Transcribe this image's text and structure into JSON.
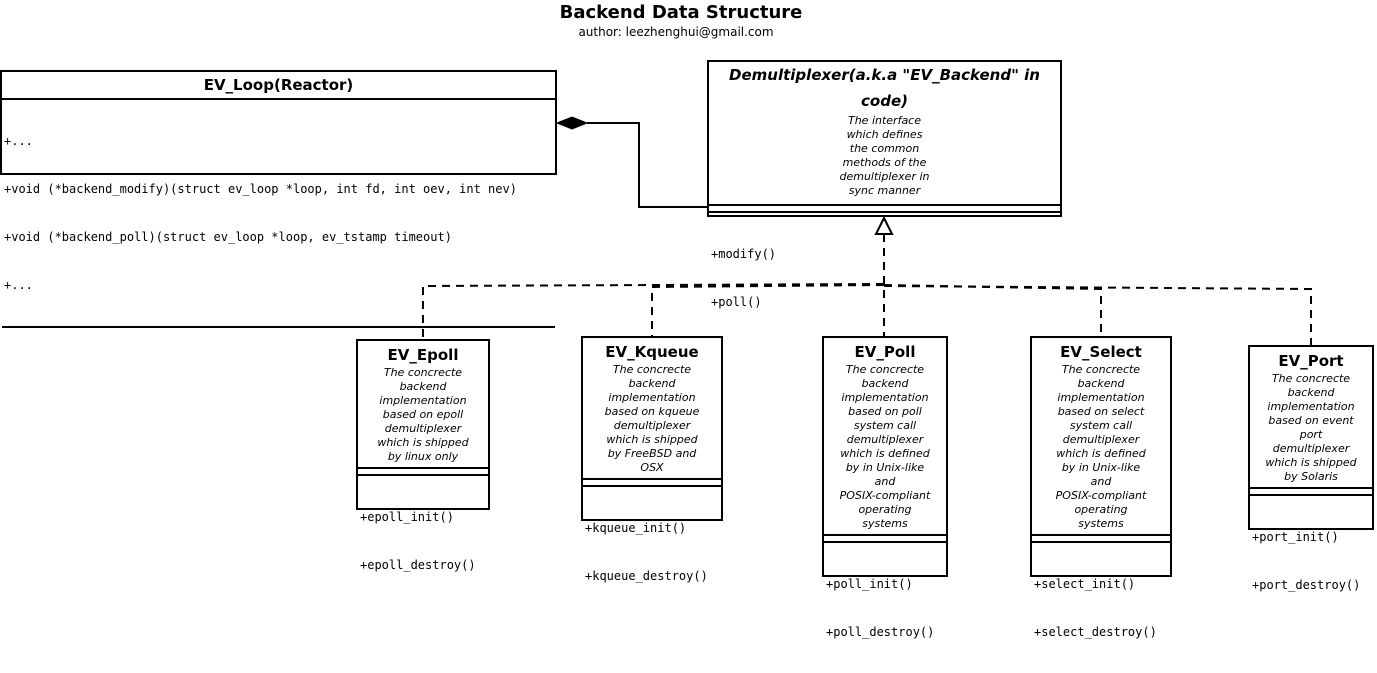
{
  "header": {
    "title": "Backend Data Structure",
    "author": "author: leezhenghui@gmail.com"
  },
  "ev_loop": {
    "name": "EV_Loop(Reactor)",
    "members": [
      "+...",
      "+void (*backend_modify)(struct ev_loop *loop, int fd, int oev, int nev)",
      "+void (*backend_poll)(struct ev_loop *loop, ev_tstamp timeout)",
      "+..."
    ]
  },
  "demux": {
    "name": "Demultiplexer(a.k.a \"EV_Backend\" in code)",
    "description": "The interface\nwhich defines\nthe common\nmethods of  the\ndemultiplexer in\nsync manner",
    "methods": [
      "+modify()",
      "+poll()"
    ]
  },
  "backends": {
    "epoll": {
      "name": "EV_Epoll",
      "description": "The concrecte\nbackend\nimplementation\nbased on epoll\ndemultiplexer\nwhich is shipped\nby linux only",
      "methods": [
        "+epoll_init()",
        "+epoll_destroy()"
      ]
    },
    "kqueue": {
      "name": "EV_Kqueue",
      "description": "The concrecte\nbackend\nimplementation\nbased on kqueue\ndemultiplexer\nwhich is shipped\nby FreeBSD and\nOSX",
      "methods": [
        "+kqueue_init()",
        "+kqueue_destroy()"
      ]
    },
    "poll": {
      "name": "EV_Poll",
      "description": "The concrecte\nbackend\nimplementation\nbased on poll\nsystem call\ndemultiplexer\nwhich is defined\nby in Unix-like\nand\nPOSIX-compliant\noperating\nsystems",
      "methods": [
        "+poll_init()",
        "+poll_destroy()"
      ]
    },
    "select": {
      "name": "EV_Select",
      "description": "The concrecte\nbackend\nimplementation\nbased on select\nsystem call\ndemultiplexer\nwhich is defined\nby in Unix-like\nand\nPOSIX-compliant\noperating\nsystems",
      "methods": [
        "+select_init()",
        "+select_destroy()"
      ]
    },
    "port": {
      "name": "EV_Port",
      "description": "The concrecte\nbackend\nimplementation\nbased on event\nport\ndemultiplexer\nwhich is shipped\nby Solaris",
      "methods": [
        "+port_init()",
        "+port_destroy()"
      ]
    }
  },
  "relations": {
    "composition": "filled-diamond",
    "realization": "hollow-triangle"
  }
}
